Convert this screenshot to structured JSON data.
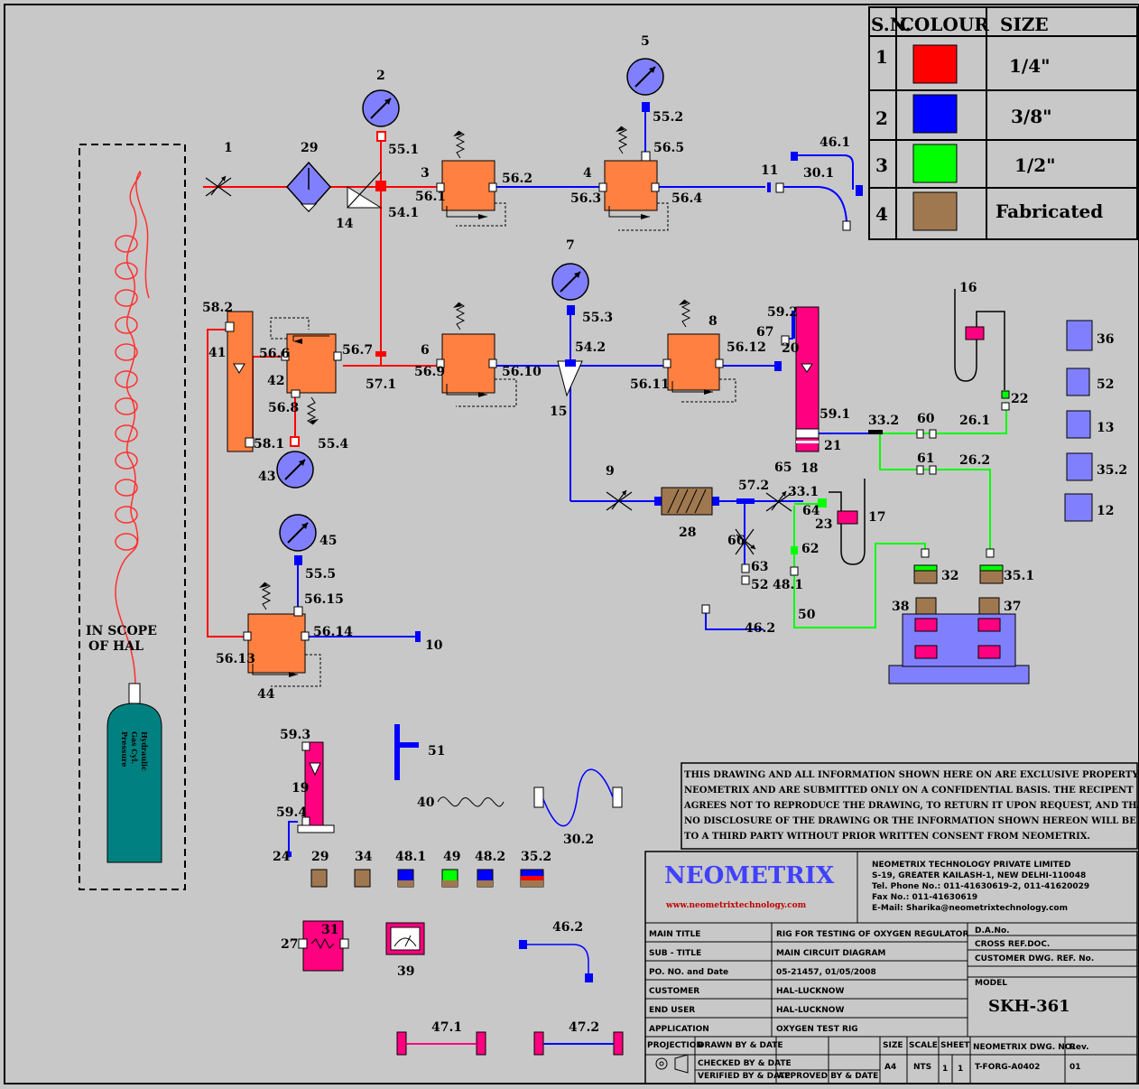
{
  "legend": {
    "headers": {
      "sn": "S.N.",
      "colour": "COLOUR",
      "size": "SIZE"
    },
    "rows": [
      {
        "sn": "1",
        "color": "#ff0000",
        "size": "1/4\""
      },
      {
        "sn": "2",
        "color": "#0000ff",
        "size": "3/8\""
      },
      {
        "sn": "3",
        "color": "#00ff00",
        "size": "1/2\""
      },
      {
        "sn": "4",
        "color": "#a07850",
        "size": "Fabricated"
      }
    ]
  },
  "scope_label": [
    "IN SCOPE",
    "OF HAL"
  ],
  "cylinder_text": [
    "Pressure",
    "Gas Cyl.",
    "Hydraulic"
  ],
  "labels": {
    "l1": "1",
    "l29": "29",
    "l2": "2",
    "l551": "55.1",
    "l3": "3",
    "l561": "56.1",
    "l562": "56.2",
    "l14": "14",
    "l541": "54.1",
    "l4": "4",
    "l563": "56.3",
    "l564": "56.4",
    "l5": "5",
    "l552": "55.2",
    "l565": "56.5",
    "l11": "11",
    "l301": "30.1",
    "l461": "46.1",
    "l582": "58.2",
    "l41": "41",
    "l566": "56.6",
    "l42": "42",
    "l567": "56.7",
    "l568": "56.8",
    "l571": "57.1",
    "l581": "58.1",
    "l43": "43",
    "l554": "55.4",
    "l6": "6",
    "l569": "56.9",
    "l5610": "56.10",
    "l7": "7",
    "l553": "55.3",
    "l542": "54.2",
    "l15": "15",
    "l8": "8",
    "l5612": "56.12",
    "l5611": "56.11",
    "l592": "59.2",
    "l67": "67",
    "l20": "20",
    "l16": "16",
    "l591": "59.1",
    "l21": "21",
    "l18": "18",
    "l332": "33.2",
    "l60": "60",
    "l261": "26.1",
    "l22": "22",
    "l61": "61",
    "l262": "26.2",
    "l9": "9",
    "l28": "28",
    "l572": "57.2",
    "l65": "65",
    "l331": "33.1",
    "l64": "64",
    "l23": "23",
    "l17": "17",
    "l66": "66",
    "l62": "62",
    "l63": "63",
    "l52": "52",
    "l481": "48.1",
    "l462": "46.2",
    "l50": "50",
    "l32": "32",
    "l351": "35.1",
    "l38": "38",
    "l37": "37",
    "l45": "45",
    "l555": "55.5",
    "l5615": "56.15",
    "l5614": "56.14",
    "l5613": "56.13",
    "l10": "10",
    "l44": "44",
    "l593": "59.3",
    "l19": "19",
    "l594": "59.4",
    "l24": "24",
    "l51": "51",
    "l40": "40",
    "l302": "30.2",
    "l29b": "29",
    "l34": "34",
    "l481b": "48.1",
    "l49": "49",
    "l482": "48.2",
    "l352": "35.2",
    "l27": "27",
    "l31": "31",
    "l39": "39",
    "l462b": "46.2",
    "l471": "47.1",
    "l472": "47.2",
    "r36": "36",
    "r52": "52",
    "r13": "13",
    "r352": "35.2",
    "r12": "12"
  },
  "notice": [
    "THIS DRAWING AND ALL INFORMATION SHOWN HERE ON ARE EXCLUSIVE PROPERTY OF",
    "NEOMETRIX AND ARE SUBMITTED ONLY ON A CONFIDENTIAL  BASIS. THE RECIPENT",
    "AGREES NOT TO REPRODUCE THE DRAWING, TO RETURN IT UPON REQUEST, AND THAT",
    "NO DISCLOSURE OF THE DRAWING OR THE INFORMATION SHOWN HEREON WILL BE MADE",
    "TO A THIRD PARTY WITHOUT PRIOR WRITTEN CONSENT FROM NEOMETRIX."
  ],
  "title_block": {
    "brand": "NEOMETRIX",
    "website": "www.neometrixtechnology.com",
    "company_lines": [
      "NEOMETRIX TECHNOLOGY PRIVATE LIMITED",
      "S-19, GREATER KAILASH-1, NEW DELHI-110048",
      "Tel. Phone No.: 011-41630619-2, 011-41620029",
      "Fax No.: 011-41630619",
      "E-Mail: Sharika@neometrixtechnology.com"
    ],
    "rows": [
      {
        "key": "MAIN TITLE",
        "value": "RIG FOR TESTING OF OXYGEN REGULATOR"
      },
      {
        "key": "SUB - TITLE",
        "value": "MAIN CIRCUIT DIAGRAM"
      },
      {
        "key": "PO. NO. and Date",
        "value": "05-21457, 01/05/2008"
      },
      {
        "key": "CUSTOMER",
        "value": "HAL-LUCKNOW"
      },
      {
        "key": "END USER",
        "value": "HAL-LUCKNOW"
      },
      {
        "key": "APPLICATION",
        "value": "OXYGEN TEST RIG"
      }
    ],
    "right_rows": [
      "D.A.No.",
      "CROSS REF.DOC.",
      "CUSTOMER DWG. REF. No."
    ],
    "model_label": "MODEL",
    "model": "SKH-361",
    "footer": {
      "projection": "PROJECTION",
      "drawn_by": "DRAWN BY & DATE",
      "checked_by": "CHECKED BY & DATE",
      "verified_by": "VERIFIED BY & DATE",
      "approved_by": "APPROVED BY & DATE",
      "size_label": "SIZE",
      "size": "A4",
      "scale_label": "SCALE",
      "scale": "NTS",
      "sheet_label": "SHEET",
      "sheet": "1",
      "of": "1",
      "dwg_no_label": "NEOMETRIX DWG. NO.",
      "dwg_no": "T-FORG-A0402",
      "rev_label": "Rev.",
      "rev": "01"
    }
  },
  "colors": {
    "background": "#c8c8c8",
    "line_1_4": "#ff0000",
    "line_3_8": "#0000ff",
    "line_1_2": "#00ff00",
    "fabricated": "#a07850",
    "regulator": "#ff8040",
    "gauge": "#8080ff",
    "magenta": "#ff0080",
    "cylinder": "#008080"
  }
}
